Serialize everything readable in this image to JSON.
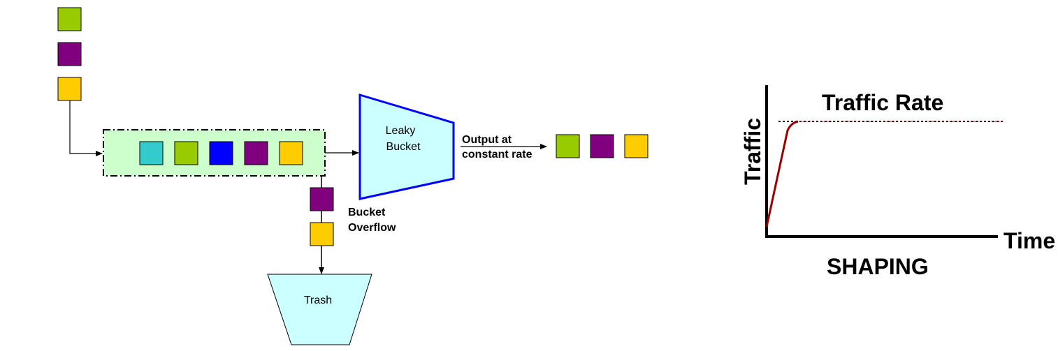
{
  "colors": {
    "green": "#99cc00",
    "purple": "#800080",
    "yellow": "#ffcc00",
    "cyan": "#33cccc",
    "blue": "#0000ff",
    "queue_fill": "#ccffcc",
    "bucket_fill": "#ccffff",
    "bucket_stroke": "#0000ff",
    "curve": "#990000"
  },
  "input_packets": [
    "green",
    "purple",
    "yellow"
  ],
  "queue_packets": [
    "cyan",
    "green",
    "blue",
    "purple",
    "yellow"
  ],
  "output_packets": [
    "green",
    "purple",
    "yellow"
  ],
  "dropped_packets": [
    "purple",
    "yellow"
  ],
  "labels": {
    "bucket_line1": "Leaky",
    "bucket_line2": "Bucket",
    "output_line1": "Output at",
    "output_line2": "constant rate",
    "overflow_line1": "Bucket",
    "overflow_line2": "Overflow",
    "trash": "Trash"
  },
  "shaping_chart": {
    "title": "Traffic Rate",
    "ylabel": "Traffic",
    "xlabel": "Time",
    "caption": "SHAPING"
  }
}
